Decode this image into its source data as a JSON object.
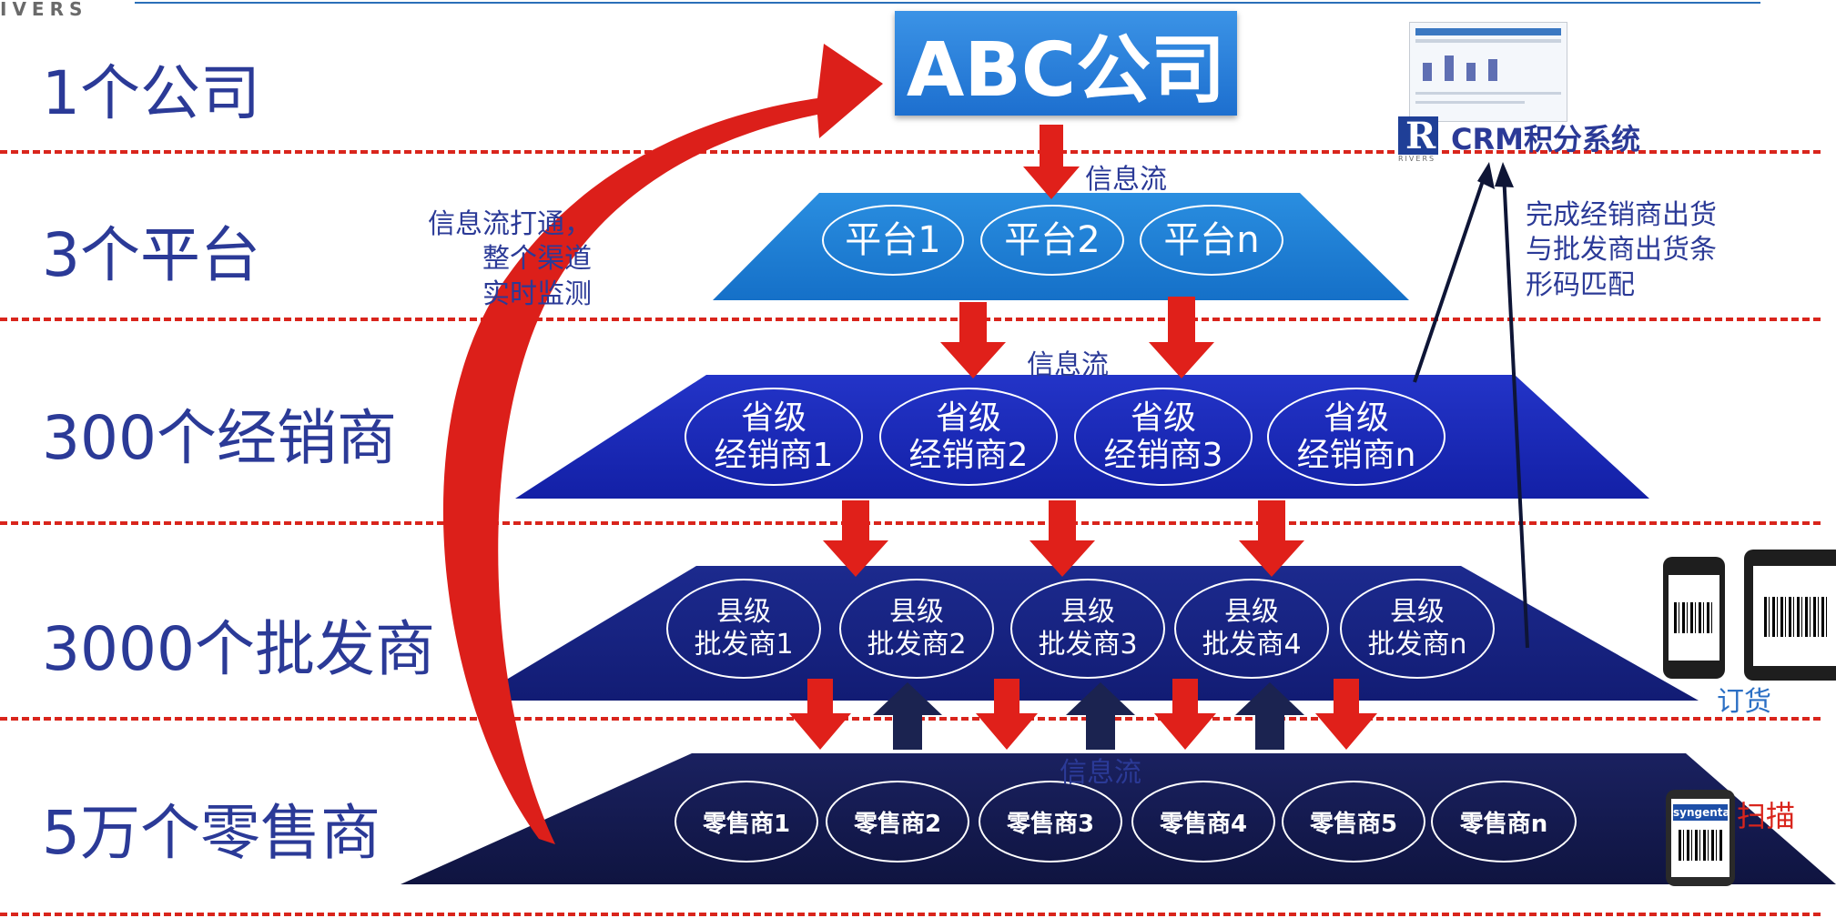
{
  "brand": "IVERS",
  "levels": [
    "1个公司",
    "3个平台",
    "300个经销商",
    "3000个批发商",
    "5万个零售商"
  ],
  "company": "ABC公司",
  "platforms": [
    "平台1",
    "平台2",
    "平台n"
  ],
  "provincial": [
    "省级\n经销商1",
    "省级\n经销商2",
    "省级\n经销商3",
    "省级\n经销商n"
  ],
  "county": [
    "县级\n批发商1",
    "县级\n批发商2",
    "县级\n批发商3",
    "县级\n批发商4",
    "县级\n批发商n"
  ],
  "retailers": [
    "零售商1",
    "零售商2",
    "零售商3",
    "零售商4",
    "零售商5",
    "零售商n"
  ],
  "flow_labels": [
    "信息流",
    "信息流",
    "信息流"
  ],
  "left_note": "信息流打通，\n整个渠道\n实时监测",
  "crm": {
    "label": "CRM积分系统",
    "logo_letter": "R",
    "logo_word": "RIVERS"
  },
  "right_note": "完成经销商出货\n与批发商出货条\n形码匹配",
  "order_label": "订货",
  "scan_label": "扫描",
  "phone_brand": "syngenta",
  "colors": {
    "dash": "#d9251c",
    "text": "#2b3a97",
    "arrow_red": "#e0201a",
    "arrow_navy": "#1b2350"
  }
}
